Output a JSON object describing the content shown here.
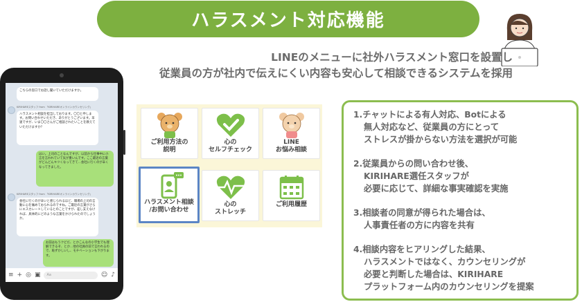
{
  "title": "ハラスメント対応機能",
  "subtitle": {
    "line1": "LINEのメニューに社外ハラスメント窓口を設置し",
    "line2": "従業員の方が社内で伝えにくい内容も安心して相談できるシステムを採用"
  },
  "chat": {
    "messages": [
      {
        "type": "in",
        "text": "こちらの窓口でお話し聞いていただけますか。"
      },
      {
        "type": "sender",
        "text": "KIRIHAREスタッフ from 「KIRIHAREオンラインカウンセリング」"
      },
      {
        "type": "in",
        "text": "ハラスメント相談を担当しております。〇〇と申します。お問い合わせいただき、ありがとうございます。早速ですが、いま〇〇さんがご相談されたいことを教えていただけますか？"
      },
      {
        "type": "out",
        "text": "はい。上司のことなんですが、以前から仕事中に小言を言われていて気が重いんです。ここ最近の言葉がどんどんキツくなってきて…会社に行くのが辛くなってきました。"
      },
      {
        "type": "sender",
        "text": "KIRIHAREスタッフ from 「KIRIHAREオンラインカウンセリング」"
      },
      {
        "type": "in",
        "text": "会社に行くのが辛いと感じられるほど、職場の上司の言動に心を痛めておられるのですね。ご最近の言葉がさらにエスカレートしているとのことですが、差し支えなければ、具体的にどのような言葉をかけられたのでしょうか。"
      },
      {
        "type": "out",
        "text": "お前はもうクビだ、とかこんなの小学生でも理解できるぞ、とか…他の社員の前で言われるので、恥ずかしいし、モチベーションも下がります。"
      }
    ],
    "input_placeholder": "Aa"
  },
  "menu": {
    "tiles": [
      {
        "label": "ご利用方法の\n説明",
        "icon": "bear-mascot-icon"
      },
      {
        "label": "心の\nセルフチェック",
        "icon": "heart-check-icon"
      },
      {
        "label": "LINE\nお悩み相談",
        "icon": "bear-mascot-icon"
      },
      {
        "label": "ハラスメント相談\n/お問い合わせ",
        "icon": "phone-chat-icon"
      },
      {
        "label": "心の\nストレッチ",
        "icon": "heart-pulse-icon"
      },
      {
        "label": "ご利用履歴",
        "icon": "calendar-icon"
      }
    ]
  },
  "steps": [
    {
      "lines": [
        "1.チャットによる有人対応、Botによる",
        "無人対応など、従業員の方にとって",
        "ストレスが掛からない方法を選択が可能"
      ]
    },
    {
      "lines": [
        "2.従業員からの問い合わせ後、",
        "KIRIHARE選任スタッフが",
        "必要に応じて、詳細な事実確認を実施"
      ]
    },
    {
      "lines": [
        "3.相談者の同意が得られた場合は、",
        "人事責任者の方に内容を共有"
      ]
    },
    {
      "lines": [
        "4.相談内容をヒアリングした結果、",
        "ハラスメントではなく、カウンセリングが",
        "必要と判断した場合は、KIRIHARE",
        "プラットフォーム内のカウンセリングを提案"
      ]
    }
  ],
  "colors": {
    "accent_green": "#7db040",
    "box_border": "#8cbd4f",
    "selected_border": "#5b85c5",
    "tile_green": "#7dbf4a"
  }
}
